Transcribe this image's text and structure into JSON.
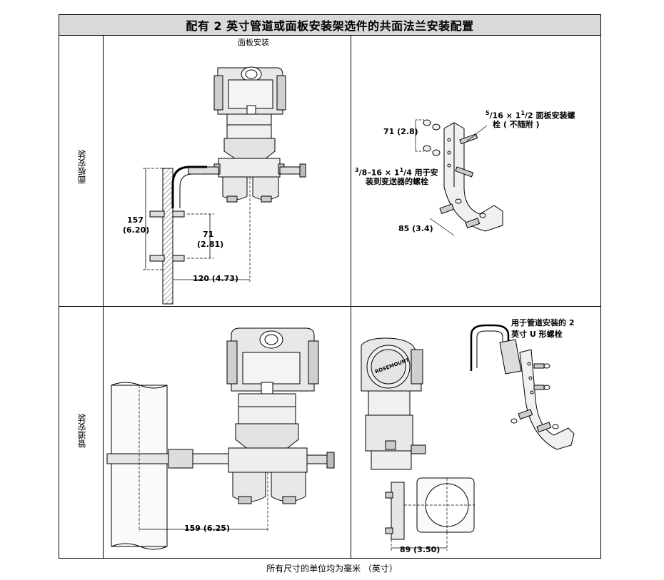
{
  "title": "配有 2 英寸管道或面板安装架选件的共面法兰安装配置",
  "rows": {
    "panel": "面板安装",
    "pipe": "管道安装"
  },
  "panel_left": {
    "caption": "面板安装",
    "dim_157": "157",
    "dim_157_in": "(6.20)",
    "dim_71": "71",
    "dim_71_in": "(2.81)",
    "dim_120": "120 (4.73)"
  },
  "panel_right": {
    "bolt_516_a": "5",
    "bolt_516_b": "/16",
    "bolt_516_c": " × 1",
    "bolt_516_d": "1",
    "bolt_516_e": "/2",
    "bolt_516_f": " 面板安装螺",
    "bolt_516_line2": "栓 ( 不随附 )",
    "dim_71": "71 (2.8)",
    "bolt_38_a": "3",
    "bolt_38_b": "/8–16 × 1",
    "bolt_38_c": "1",
    "bolt_38_d": "/4",
    "bolt_38_e": " 用于安",
    "bolt_38_line2": "装到变送器的螺栓",
    "dim_85": "85 (3.4)"
  },
  "pipe_left": {
    "dim_159": "159 (6.25)"
  },
  "pipe_right": {
    "ubolt_line1": "用于管道安装的 2",
    "ubolt_line2": "英寸 U 形螺栓",
    "dim_89": "89 (3.50)",
    "brand": "ROSEMOUNT"
  },
  "footer": "所有尺寸的单位均为毫米 （英寸）"
}
